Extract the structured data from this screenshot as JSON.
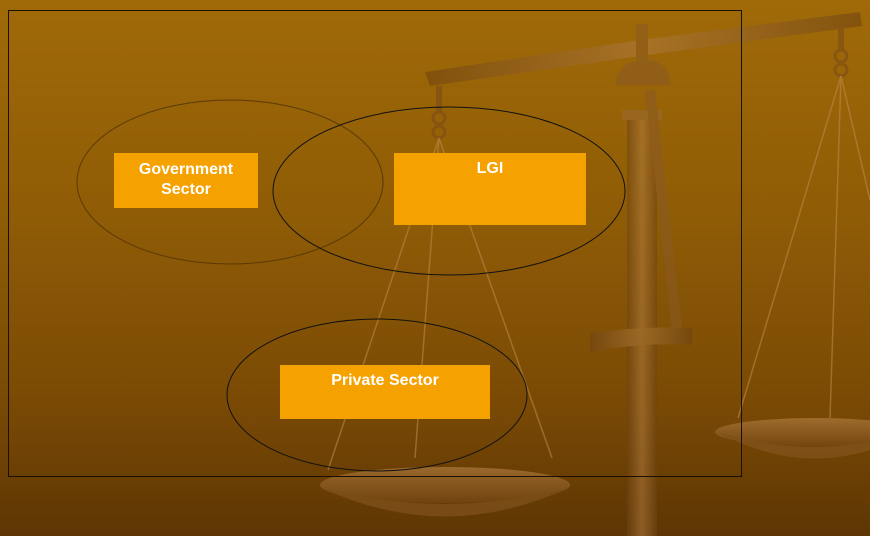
{
  "diagram": {
    "nodes": [
      {
        "id": "government",
        "label_line1": "Government",
        "label_line2": "Sector"
      },
      {
        "id": "lgi",
        "label": "LGI"
      },
      {
        "id": "private",
        "label": "Private Sector"
      }
    ]
  },
  "colors": {
    "background_top": "#a06a08",
    "background_bottom": "#5e3604",
    "box_fill": "#f5a100",
    "box_text": "#ffffff",
    "ellipse_stroke_gov": "#5a3a06",
    "ellipse_stroke": "#111111"
  },
  "icons": [
    "balance-scale-icon"
  ]
}
